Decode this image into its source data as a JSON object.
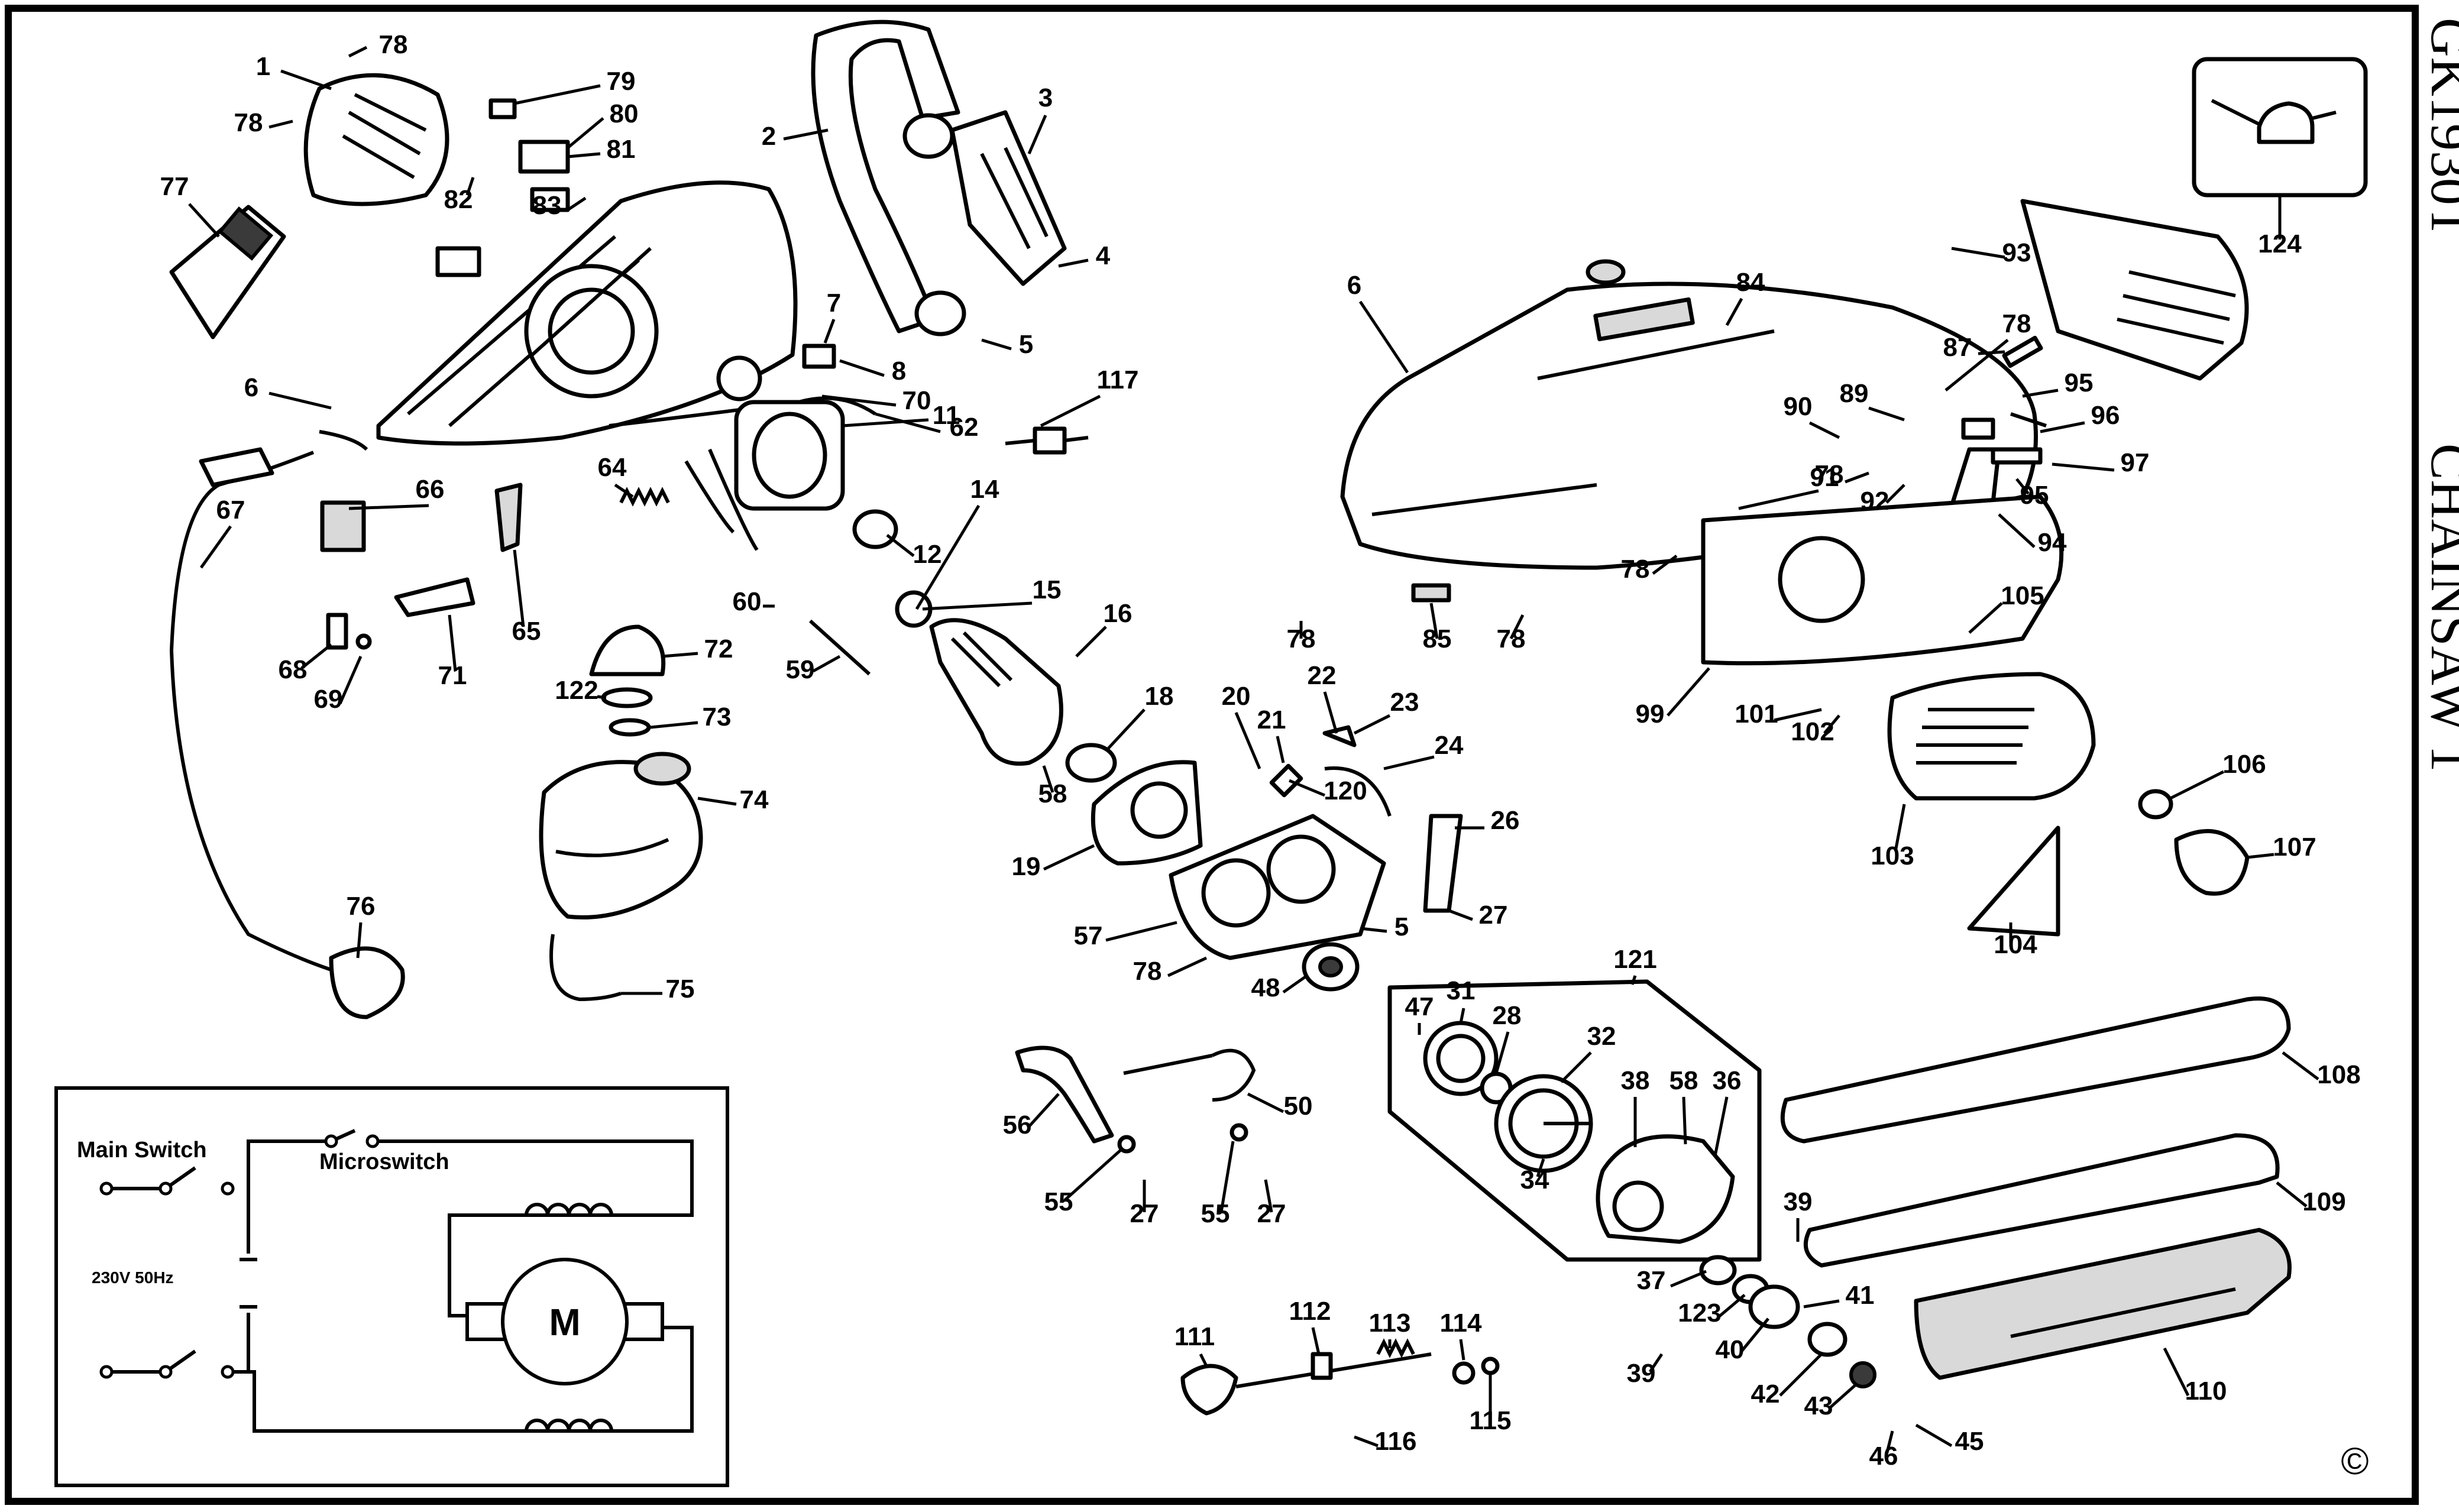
{
  "sheet": {
    "model": "GK1930T",
    "product": "CHAINSAW 1",
    "copyright": "©"
  },
  "wiring": {
    "main_switch": "Main Switch",
    "microswitch": "Microswitch",
    "supply": "230V  50Hz",
    "motor": "M"
  },
  "callouts": [
    {
      "id": "c78a",
      "n": "78"
    },
    {
      "id": "c1",
      "n": "1"
    },
    {
      "id": "c78b",
      "n": "78"
    },
    {
      "id": "c2",
      "n": "2"
    },
    {
      "id": "c3",
      "n": "3"
    },
    {
      "id": "c4",
      "n": "4"
    },
    {
      "id": "c5a",
      "n": "5"
    },
    {
      "id": "c79",
      "n": "79"
    },
    {
      "id": "c80",
      "n": "80"
    },
    {
      "id": "c81",
      "n": "81"
    },
    {
      "id": "c82",
      "n": "82"
    },
    {
      "id": "c83",
      "n": "83"
    },
    {
      "id": "c77",
      "n": "77"
    },
    {
      "id": "c6a",
      "n": "6"
    },
    {
      "id": "c7",
      "n": "7"
    },
    {
      "id": "c8",
      "n": "8"
    },
    {
      "id": "c70",
      "n": "70"
    },
    {
      "id": "c62",
      "n": "62"
    },
    {
      "id": "c117",
      "n": "117"
    },
    {
      "id": "c64",
      "n": "64"
    },
    {
      "id": "c11",
      "n": "11"
    },
    {
      "id": "c66",
      "n": "66"
    },
    {
      "id": "c67",
      "n": "67"
    },
    {
      "id": "c65",
      "n": "65"
    },
    {
      "id": "c68",
      "n": "68"
    },
    {
      "id": "c69",
      "n": "69"
    },
    {
      "id": "c71",
      "n": "71"
    },
    {
      "id": "c72",
      "n": "72"
    },
    {
      "id": "c122",
      "n": "122"
    },
    {
      "id": "c73",
      "n": "73"
    },
    {
      "id": "c74",
      "n": "74"
    },
    {
      "id": "c76",
      "n": "76"
    },
    {
      "id": "c75",
      "n": "75"
    },
    {
      "id": "c12",
      "n": "12"
    },
    {
      "id": "c14",
      "n": "14"
    },
    {
      "id": "c15",
      "n": "15"
    },
    {
      "id": "c16",
      "n": "16"
    },
    {
      "id": "c60",
      "n": "60"
    },
    {
      "id": "c59",
      "n": "59"
    },
    {
      "id": "c58",
      "n": "58"
    },
    {
      "id": "c18",
      "n": "18"
    },
    {
      "id": "c19",
      "n": "19"
    },
    {
      "id": "c20",
      "n": "20"
    },
    {
      "id": "c21",
      "n": "21"
    },
    {
      "id": "c22",
      "n": "22"
    },
    {
      "id": "c23",
      "n": "23"
    },
    {
      "id": "c24",
      "n": "24"
    },
    {
      "id": "c120",
      "n": "120"
    },
    {
      "id": "c26",
      "n": "26"
    },
    {
      "id": "c27a",
      "n": "27"
    },
    {
      "id": "c57",
      "n": "57"
    },
    {
      "id": "c5b",
      "n": "5"
    },
    {
      "id": "c78c",
      "n": "78"
    },
    {
      "id": "c48",
      "n": "48"
    },
    {
      "id": "c6b",
      "n": "6"
    },
    {
      "id": "c84",
      "n": "84"
    },
    {
      "id": "c78d",
      "n": "78"
    },
    {
      "id": "c78e",
      "n": "78"
    },
    {
      "id": "c85",
      "n": "85"
    },
    {
      "id": "c78f",
      "n": "78"
    },
    {
      "id": "c93",
      "n": "93"
    },
    {
      "id": "c87",
      "n": "87"
    },
    {
      "id": "c78g",
      "n": "78"
    },
    {
      "id": "c89",
      "n": "89"
    },
    {
      "id": "c90",
      "n": "90"
    },
    {
      "id": "c91",
      "n": "91"
    },
    {
      "id": "c92",
      "n": "92"
    },
    {
      "id": "c95a",
      "n": "95"
    },
    {
      "id": "c96",
      "n": "96"
    },
    {
      "id": "c97",
      "n": "97"
    },
    {
      "id": "c95b",
      "n": "95"
    },
    {
      "id": "c94",
      "n": "94"
    },
    {
      "id": "c124",
      "n": "124"
    },
    {
      "id": "c78h",
      "n": "78"
    },
    {
      "id": "c99",
      "n": "99"
    },
    {
      "id": "c105",
      "n": "105"
    },
    {
      "id": "c101",
      "n": "101"
    },
    {
      "id": "c102",
      "n": "102"
    },
    {
      "id": "c103",
      "n": "103"
    },
    {
      "id": "c106",
      "n": "106"
    },
    {
      "id": "c107",
      "n": "107"
    },
    {
      "id": "c104",
      "n": "104"
    },
    {
      "id": "c121",
      "n": "121"
    },
    {
      "id": "c47",
      "n": "47"
    },
    {
      "id": "c31",
      "n": "31"
    },
    {
      "id": "c28",
      "n": "28"
    },
    {
      "id": "c32",
      "n": "32"
    },
    {
      "id": "c38",
      "n": "38"
    },
    {
      "id": "c58b",
      "n": "58"
    },
    {
      "id": "c36",
      "n": "36"
    },
    {
      "id": "c34",
      "n": "34"
    },
    {
      "id": "c108",
      "n": "108"
    },
    {
      "id": "c109",
      "n": "109"
    },
    {
      "id": "c39a",
      "n": "39"
    },
    {
      "id": "c37",
      "n": "37"
    },
    {
      "id": "c123",
      "n": "123"
    },
    {
      "id": "c41",
      "n": "41"
    },
    {
      "id": "c40",
      "n": "40"
    },
    {
      "id": "c39b",
      "n": "39"
    },
    {
      "id": "c42",
      "n": "42"
    },
    {
      "id": "c43",
      "n": "43"
    },
    {
      "id": "c110",
      "n": "110"
    },
    {
      "id": "c46",
      "n": "46"
    },
    {
      "id": "c45",
      "n": "45"
    },
    {
      "id": "c56",
      "n": "56"
    },
    {
      "id": "c50",
      "n": "50"
    },
    {
      "id": "c55a",
      "n": "55"
    },
    {
      "id": "c27b",
      "n": "27"
    },
    {
      "id": "c55b",
      "n": "55"
    },
    {
      "id": "c27c",
      "n": "27"
    },
    {
      "id": "c111",
      "n": "111"
    },
    {
      "id": "c112",
      "n": "112"
    },
    {
      "id": "c113",
      "n": "113"
    },
    {
      "id": "c114",
      "n": "114"
    },
    {
      "id": "c115",
      "n": "115"
    },
    {
      "id": "c116",
      "n": "116"
    }
  ]
}
